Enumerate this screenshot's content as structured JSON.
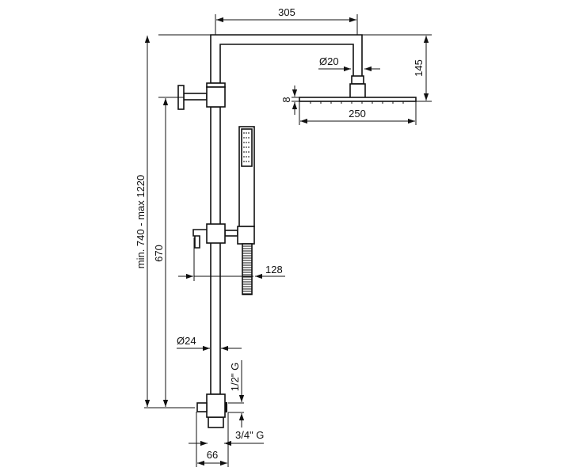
{
  "drawing": {
    "title": "Shower column dimensional drawing",
    "dimensions": {
      "arm_length": "305",
      "arm_diameter": "Ø20",
      "arm_height": "145",
      "head_thickness": "8",
      "head_width": "250",
      "hand_shower_offset": "128",
      "total_height": "min. 740 - max 1220",
      "rail_height": "670",
      "rail_diameter": "Ø24",
      "inlet_thread": "1/2\" G",
      "outlet_thread": "3/4\" G",
      "base_width": "66"
    }
  }
}
